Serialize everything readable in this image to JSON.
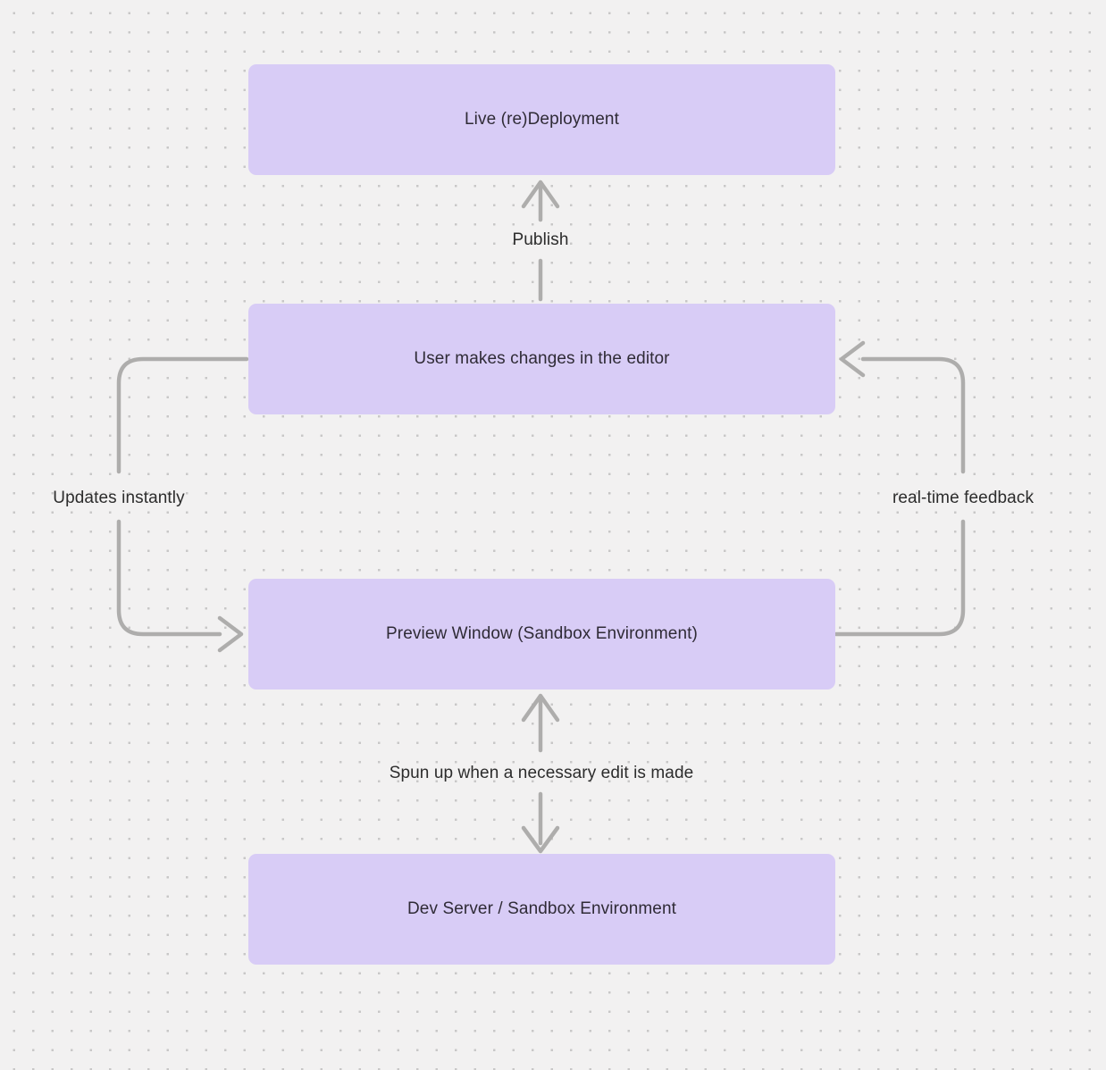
{
  "colors": {
    "background": "#f2f1f1",
    "dot": "#c8c7c7",
    "node_fill": "#d8ccf6",
    "node_text": "#2f2b36",
    "arrow": "#aeadac",
    "label_text": "#2c2c2c"
  },
  "diagram": {
    "type": "flowchart",
    "nodes": [
      {
        "id": "live-redeployment",
        "label": "Live (re)Deployment"
      },
      {
        "id": "user-changes",
        "label": "User makes changes in the editor"
      },
      {
        "id": "preview-window",
        "label": "Preview Window (Sandbox Environment)"
      },
      {
        "id": "dev-server",
        "label": "Dev Server / Sandbox Environment"
      }
    ],
    "edges": [
      {
        "id": "publish",
        "from": "user-changes",
        "to": "live-redeployment",
        "label": "Publish",
        "direction": "up"
      },
      {
        "id": "updates-instantly",
        "from": "user-changes",
        "to": "preview-window",
        "label": "Updates instantly",
        "direction": "left-loop-down"
      },
      {
        "id": "real-time-feedback",
        "from": "preview-window",
        "to": "user-changes",
        "label": "real-time feedback",
        "direction": "right-loop-up"
      },
      {
        "id": "spun-up",
        "from": "dev-server",
        "to": "preview-window",
        "label": "Spun up when a necessary edit is made",
        "direction": "bidirectional"
      }
    ]
  }
}
